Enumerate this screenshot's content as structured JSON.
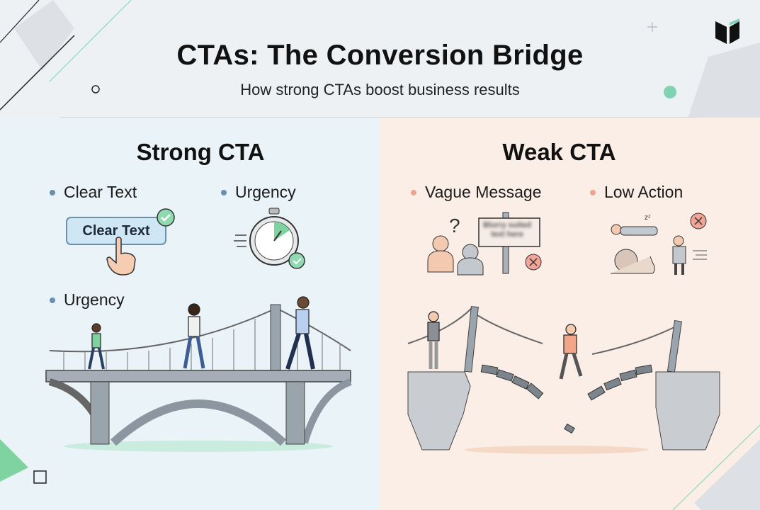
{
  "header": {
    "title": "CTAs: The Conversion Bridge",
    "subtitle": "How strong CTAs boost business results"
  },
  "strong": {
    "heading": "Strong CTA",
    "bullets": [
      "Clear Text",
      "Urgency",
      "Urgency"
    ],
    "button_label": "Clear Text"
  },
  "weak": {
    "heading": "Weak CTA",
    "bullets": [
      "Vague Message",
      "Low Action"
    ],
    "sign_text": "Blurry suited text here"
  },
  "colors": {
    "strong_bg": "#eaf3f7",
    "weak_bg": "#fbeee6",
    "strong_dot": "#6a8db0",
    "weak_dot": "#eea58f",
    "check": "#5cc08a",
    "cross": "#ef8a78",
    "accent": "#7fd3b0"
  }
}
